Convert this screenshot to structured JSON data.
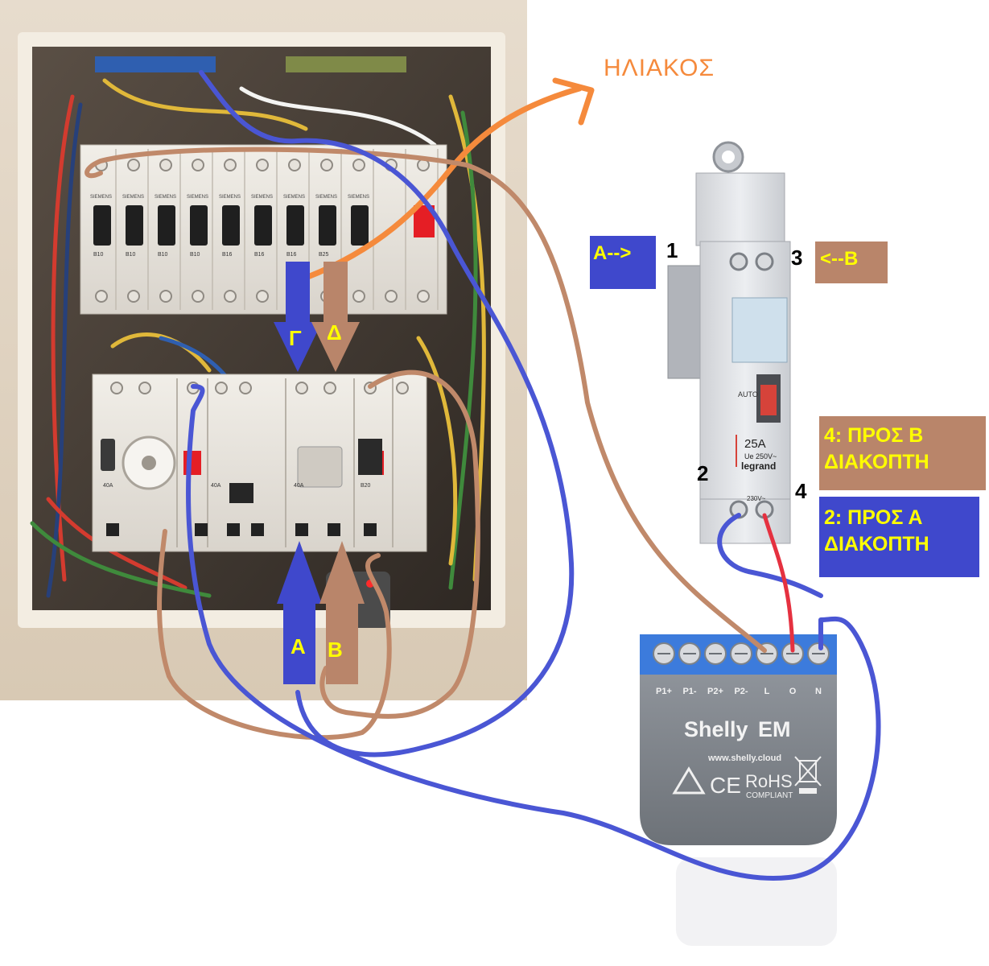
{
  "title": "ΗΛΙΑΚΟΣ",
  "labels": {
    "a_in": "A-->",
    "b_in": "<--B",
    "term1": "1",
    "term2": "2",
    "term3": "3",
    "term4": "4",
    "to_b_switch": "4: ΠΡΟΣ Β ΔΙΑΚΟΠΤΗ",
    "to_a_switch": "2: ΠΡΟΣ Α ΔΙΑΚΟΠΤΗ",
    "arrow_gamma": "Γ",
    "arrow_delta": "Δ",
    "arrow_a": "A",
    "arrow_b": "B"
  },
  "contactor": {
    "rating": "25A",
    "voltage": "Ue 250V~",
    "brand": "legrand",
    "mode": "AUTO",
    "coil": "230V~"
  },
  "shelly": {
    "brand": "Shelly",
    "model": "EM",
    "url": "www.shelly.cloud",
    "rohs": "RoHS",
    "compliant": "COMPLIANT",
    "ce": "CE",
    "terminals": [
      "P1+",
      "P1-",
      "P2+",
      "P2-",
      "L",
      "O",
      "N"
    ]
  },
  "panel": {
    "brand": "SIEMENS",
    "top_breakers": [
      "B10",
      "B10",
      "B10",
      "B10",
      "B16",
      "B16",
      "B16",
      "B25"
    ],
    "bottom_ratings": [
      "40A",
      "40A",
      "40A",
      "B20"
    ]
  },
  "colors": {
    "blue_wire": "#4a56d4",
    "brown_wire": "#c0896a",
    "orange_wire": "#f58a3c",
    "red_wire": "#e53140",
    "label_blue": "#3f48cc",
    "label_brown": "#b9856a",
    "label_text": "#ffff00"
  }
}
